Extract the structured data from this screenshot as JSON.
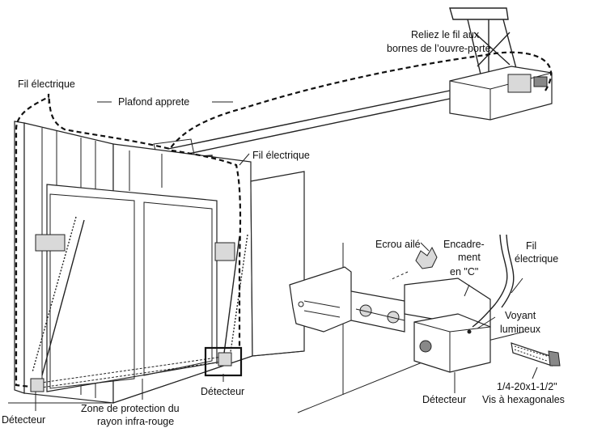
{
  "labels": {
    "wire_to_opener_line1": "Reliez le fil aux",
    "wire_to_opener_line2": "bornes de l’ouvre-porte",
    "wire_left": "Fil électrique",
    "ceiling": "Plafond apprete",
    "wire_center": "Fil électrique",
    "wing_nut": "Ecrou ailé",
    "c_bracket_line1": "Encadre-",
    "c_bracket_line2": "ment",
    "c_bracket_line3": "en \"C\"",
    "wire_right_line1": "Fil",
    "wire_right_line2": "électrique",
    "indicator_line1": "Voyant",
    "indicator_line2": "lumineux",
    "bolt_line1": "1/4-20x1-1/2\"",
    "bolt_line2": "Vis à hexagonales",
    "detector_center": "Détecteur",
    "detector_detail": "Détecteur",
    "zone_line1": "Zone de protection du",
    "zone_line2": "rayon infra-rouge",
    "detector_left": "Détecteur"
  }
}
